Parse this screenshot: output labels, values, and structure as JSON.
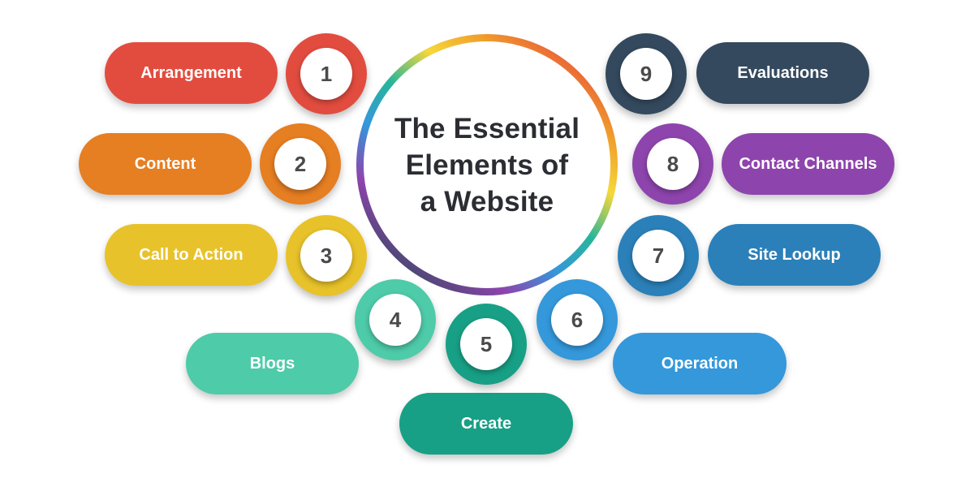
{
  "title": {
    "line1": "The Essential",
    "line2": "Elements of",
    "line3": "a Website"
  },
  "elements": [
    {
      "number": "1",
      "label": "Arrangement",
      "color": "#e24c3f"
    },
    {
      "number": "2",
      "label": "Content",
      "color": "#e67e22"
    },
    {
      "number": "3",
      "label": "Call to Action",
      "color": "#e8c22a"
    },
    {
      "number": "4",
      "label": "Blogs",
      "color": "#4ecba9"
    },
    {
      "number": "5",
      "label": "Create",
      "color": "#17a085"
    },
    {
      "number": "6",
      "label": "Operation",
      "color": "#3498db"
    },
    {
      "number": "7",
      "label": "Site Lookup",
      "color": "#2b80b9"
    },
    {
      "number": "8",
      "label": "Contact Channels",
      "color": "#8e44ad"
    },
    {
      "number": "9",
      "label": "Evaluations",
      "color": "#34495e"
    }
  ]
}
